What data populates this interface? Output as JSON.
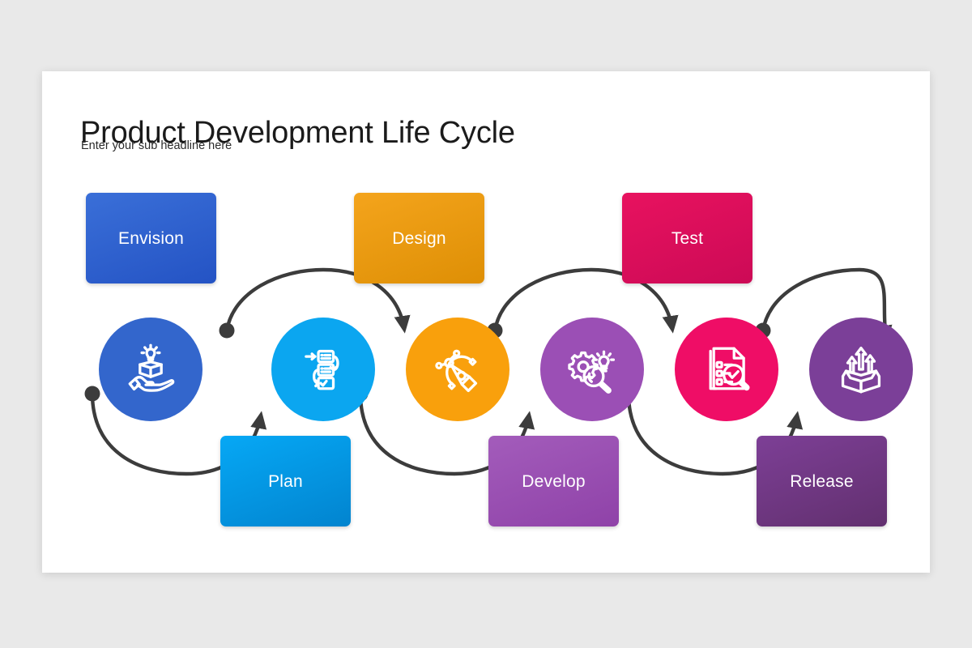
{
  "canvas": {
    "background_color": "#e9e9e9",
    "card_color": "#ffffff"
  },
  "header": {
    "title": "Product Development Life Cycle",
    "subtitle": "Enter your sub headline here"
  },
  "diagram": {
    "type": "process-cycle",
    "connector_color": "#3c3c3c",
    "stages": [
      {
        "id": "envision",
        "label": "Envision",
        "icon": "hand-holding-idea-box-icon",
        "label_position": "top",
        "circle_color": "#3366cc",
        "box_gradient_from": "#3a6fd8",
        "box_gradient_to": "#2453c4"
      },
      {
        "id": "plan",
        "label": "Plan",
        "icon": "workflow-checklist-icon",
        "label_position": "bottom",
        "circle_color": "#0ba6f0",
        "box_gradient_from": "#06a8f5",
        "box_gradient_to": "#0284cf"
      },
      {
        "id": "design",
        "label": "Design",
        "icon": "pen-bezier-tool-icon",
        "label_position": "top",
        "circle_color": "#f9a00c",
        "box_gradient_from": "#f4a41c",
        "box_gradient_to": "#de8f05"
      },
      {
        "id": "develop",
        "label": "Develop",
        "icon": "gear-bulb-magnifier-icon",
        "label_position": "bottom",
        "circle_color": "#9b4fb5",
        "box_gradient_from": "#a35cbb",
        "box_gradient_to": "#8f42a8"
      },
      {
        "id": "test",
        "label": "Test",
        "icon": "document-checklist-magnifier-icon",
        "label_position": "top",
        "circle_color": "#ef0d66",
        "box_gradient_from": "#e8125f",
        "box_gradient_to": "#cc0a56"
      },
      {
        "id": "release",
        "label": "Release",
        "icon": "box-arrows-up-icon",
        "label_position": "bottom",
        "circle_color": "#7b3f98",
        "box_gradient_from": "#7d3f96",
        "box_gradient_to": "#62306f"
      }
    ]
  }
}
